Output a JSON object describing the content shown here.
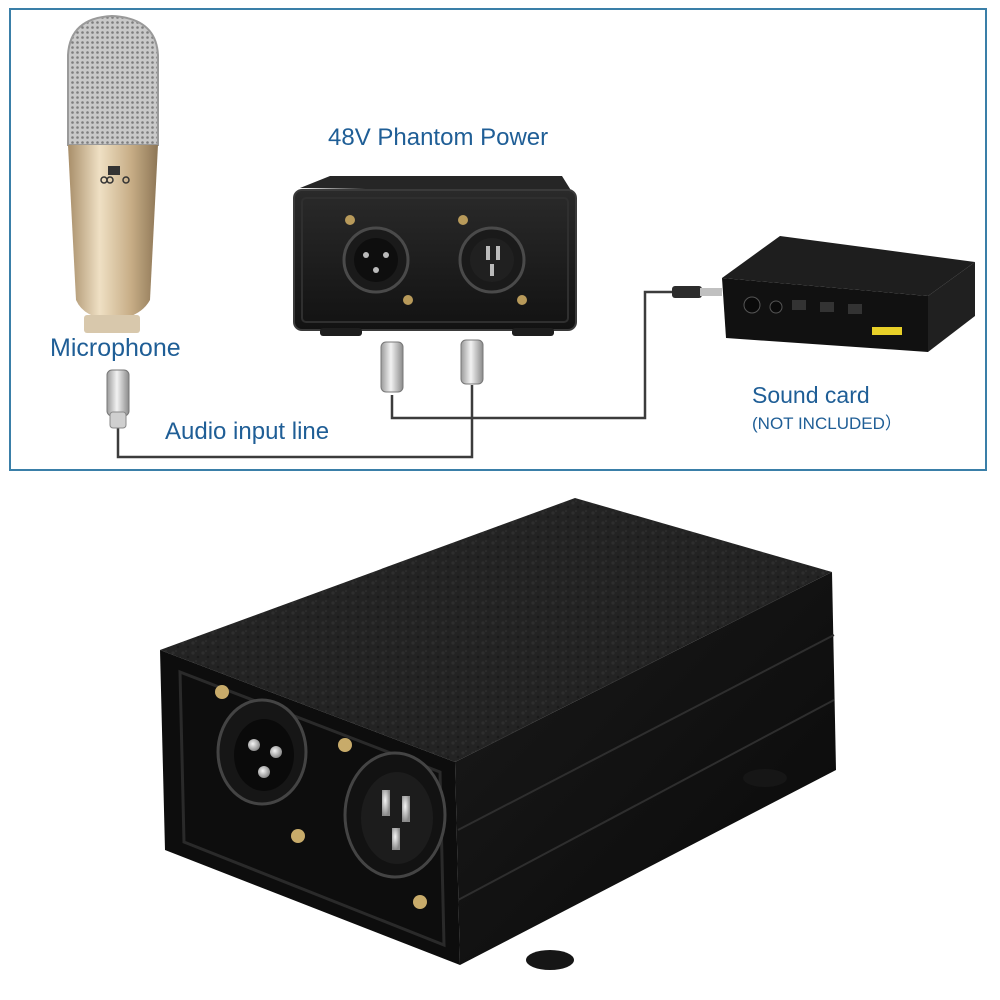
{
  "labels": {
    "phantom_power": "48V Phantom Power",
    "microphone": "Microphone",
    "audio_input_line": "Audio input line",
    "sound_card": "Sound card",
    "not_included": "(NOT INCLUDED）"
  },
  "colors": {
    "label_blue": "#1f5e96",
    "panel_border": "#3a7fa8",
    "cable": "#3c3c3c",
    "box_black": "#141414",
    "mic_gold": "#cdb590"
  }
}
